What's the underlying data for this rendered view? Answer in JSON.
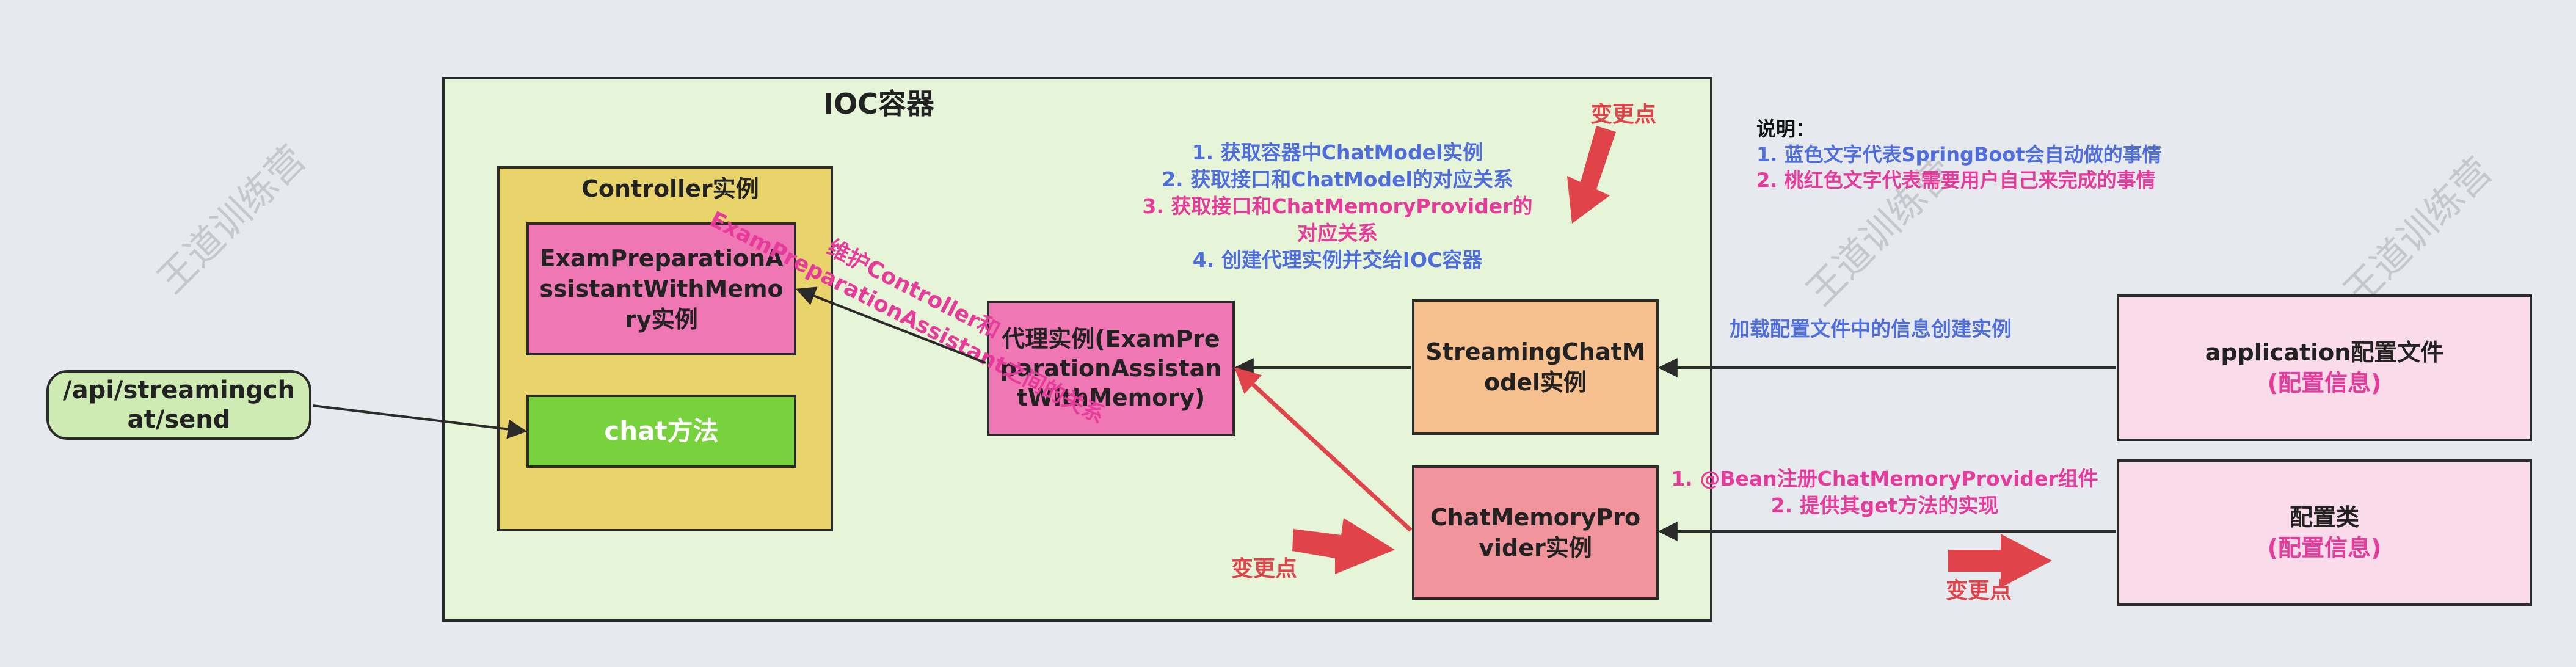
{
  "container": {
    "title": "IOC容器"
  },
  "controller_group": {
    "title": "Controller实例"
  },
  "boxes": {
    "exam_assistant": "ExamPreparationAssistantWithMemory实例",
    "chat_method": "chat方法",
    "api_endpoint": "/api/streamingchat/send",
    "proxy_instance": "代理实例(ExamPreparationAssistantWithMemory)",
    "streaming_model": "StreamingChatModel实例",
    "memory_provider": "ChatMemoryProvider实例",
    "app_config": "application配置文件",
    "app_config_sub": "(配置信息)",
    "config_class": "配置类",
    "config_class_sub": "(配置信息)"
  },
  "pink_note": [
    "维护Controller和",
    "ExamPreparationAssistant之间的关系"
  ],
  "steps": [
    "1. 获取容器中ChatModel实例",
    "2. 获取接口和ChatModel的对应关系",
    "3. 获取接口和ChatMemoryProvider的",
    "对应关系",
    "4. 创建代理实例并交给IOC容器"
  ],
  "change_label": "变更点",
  "legend": {
    "title": "说明：",
    "blue": "1. 蓝色文字代表SpringBoot会自动做的事情",
    "pink": "2. 桃红色文字代表需要用户自己来完成的事情"
  },
  "load_config": "加载配置文件中的信息创建实例",
  "bean_notes": [
    "1. @Bean注册ChatMemoryProvider组件",
    "2. 提供其get方法的实现"
  ],
  "watermark": "王道训练营",
  "colors": {
    "ioc_bg": "#e6f5d8",
    "controller_bg": "#e9d46b",
    "pink_box": "#ef77b4",
    "green_box": "#78d23e",
    "api_bg": "#cdebb2",
    "orange_box": "#f6c08f",
    "salmon_box": "#f2949b",
    "light_pink": "#fadbea",
    "blue_text": "#4f6ddc",
    "pink_text": "#e63b9a",
    "red": "#e0444a"
  }
}
